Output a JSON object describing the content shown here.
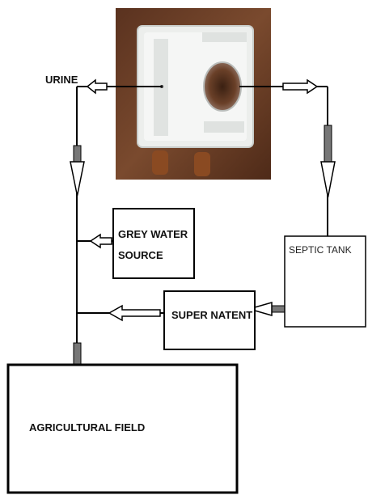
{
  "labels": {
    "urine": "URINE",
    "grey_water_line1": "GREY WATER",
    "grey_water_line2": "SOURCE",
    "septic_tank": "SEPTIC TANK",
    "super_natent": "SUPER NATENT",
    "agricultural_field": "AGRICULTURAL FIELD"
  },
  "icons": {
    "toilet": "squat-toilet-pan-icon",
    "arrow": "hollow-flow-arrow-icon"
  },
  "colors": {
    "line": "#000000",
    "photo_background": "#6b3e26",
    "toilet_pan": "#eef0ee"
  }
}
